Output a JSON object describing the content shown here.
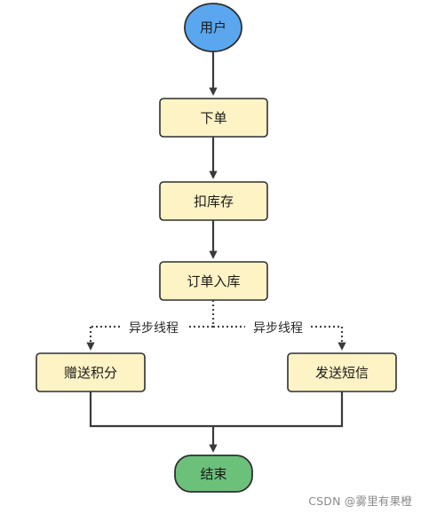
{
  "nodes": {
    "user": "用户",
    "place_order": "下单",
    "deduct_stock": "扣库存",
    "order_storage": "订单入库",
    "gift_points": "赠送积分",
    "send_sms": "发送短信",
    "end": "结束"
  },
  "edges": {
    "async_left": "异步线程",
    "async_right": "异步线程"
  },
  "colors": {
    "start_fill": "#5aa7f0",
    "end_fill": "#6cc17a",
    "process_fill": "#fdf3c4",
    "stroke": "#2f2f2f"
  },
  "watermark": "CSDN @雾里有果橙"
}
